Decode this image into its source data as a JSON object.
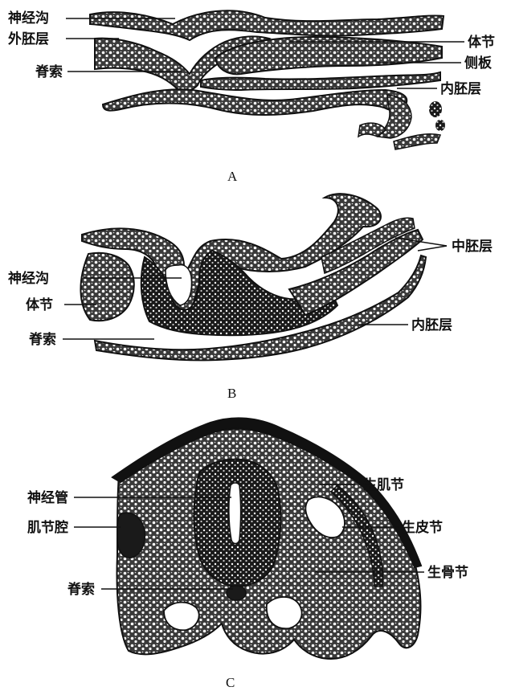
{
  "panels": [
    {
      "id": "A",
      "letter": "A",
      "labels": [
        "神经沟",
        "外胚层",
        "脊索",
        "体节",
        "侧板",
        "内胚层"
      ]
    },
    {
      "id": "B",
      "letter": "B",
      "labels": [
        "中胚层",
        "神经沟",
        "体节",
        "脊索",
        "内胚层"
      ]
    },
    {
      "id": "C",
      "letter": "C",
      "labels": [
        "生肌节",
        "神经管",
        "肌节腔",
        "生皮节",
        "生骨节",
        "脊索"
      ]
    }
  ],
  "colors": {
    "ink": "#111111",
    "tissue": "#2a2a2a",
    "paper": "#ffffff"
  }
}
